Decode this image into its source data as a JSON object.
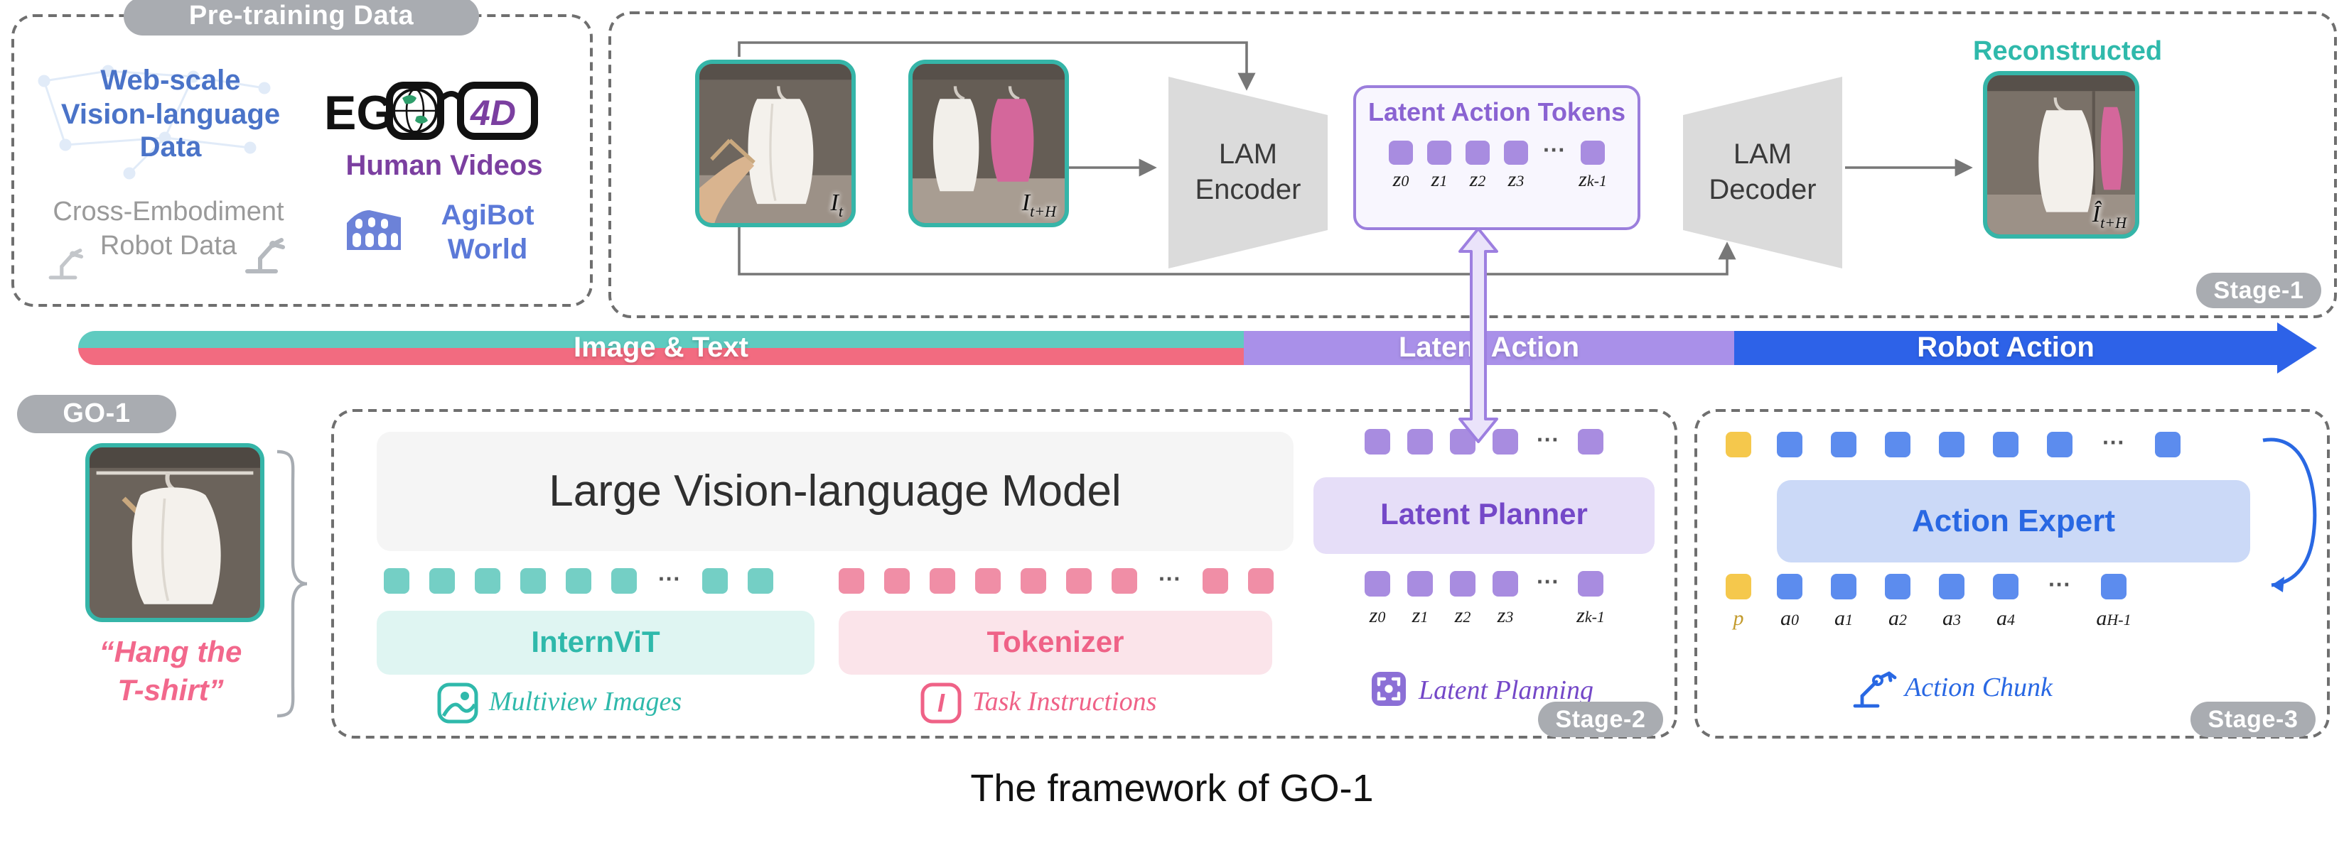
{
  "pretraining": {
    "pill": "Pre-training Data",
    "web_scale": "Web-scale\nVision-language\nData",
    "ego_left": "EG",
    "ego_right": "4D",
    "human_videos": "Human Videos",
    "cross_embodiment": "Cross-Embodiment\nRobot Data",
    "agibot": "AgiBot\nWorld"
  },
  "stage1": {
    "encoder": "LAM\nEncoder",
    "decoder": "LAM\nDecoder",
    "tokens_title": "Latent Action Tokens",
    "reconstructed": "Reconstructed",
    "pill": "Stage-1"
  },
  "timeline": {
    "image_text": "Image & Text",
    "latent_action": "Latent Action",
    "robot_action": "Robot Action"
  },
  "go1": {
    "pill": "GO-1",
    "instruction": "“Hang the\nT-shirt”"
  },
  "stage2": {
    "lvm": "Large Vision-language Model",
    "internvit": "InternViT",
    "tokenizer": "Tokenizer",
    "multiview_images": "Multiview Images",
    "task_instructions": "Task Instructions",
    "latent_planner": "Latent Planner",
    "latent_planning": "Latent Planning",
    "pill": "Stage-2"
  },
  "stage3": {
    "action_expert": "Action Expert",
    "action_chunk": "Action Chunk",
    "pill": "Stage-3"
  },
  "caption": "The framework of GO-1",
  "labels": {
    "z": [
      {
        "b": "z",
        "s": "0"
      },
      {
        "b": "z",
        "s": "1"
      },
      {
        "b": "z",
        "s": "2"
      },
      {
        "b": "z",
        "s": "3"
      },
      {
        "b": "z",
        "s": "k-1"
      }
    ],
    "a": [
      {
        "b": "a",
        "s": "0"
      },
      {
        "b": "a",
        "s": "1"
      },
      {
        "b": "a",
        "s": "2"
      },
      {
        "b": "a",
        "s": "3"
      },
      {
        "b": "a",
        "s": "4"
      },
      {
        "b": "a",
        "s": "H-1"
      }
    ],
    "p": {
      "b": "p",
      "s": ""
    },
    "img_t": {
      "b": "I",
      "s": "t"
    },
    "img_tH": {
      "b": "I",
      "s": "t+H"
    },
    "img_recon": {
      "b": "Î",
      "s": "t+H"
    }
  },
  "tokens": {
    "stage1_latent": {
      "lead": 4,
      "trail": 1,
      "cls": "purple",
      "dots": "···",
      "size": 17,
      "gap": 10
    },
    "s2_visual": {
      "lead": 6,
      "trail": 2,
      "cls": "teal",
      "dots": "···",
      "size": 18,
      "gap": 14
    },
    "s2_text": {
      "lead": 7,
      "trail": 2,
      "cls": "pink",
      "dots": "···",
      "size": 18,
      "gap": 14
    },
    "s2_planner_top": {
      "lead": 4,
      "trail": 1,
      "cls": "purple",
      "dots": "···",
      "size": 18,
      "gap": 12
    },
    "s2_planner_bottom": {
      "lead": 4,
      "trail": 1,
      "cls": "purple",
      "dots": "···",
      "size": 18,
      "gap": 12
    },
    "s3_top": {
      "lead": 6,
      "trail": 1,
      "cls": "blue",
      "dots": "···",
      "size": 18,
      "gap": 20
    },
    "s3_bottom": {
      "lead": 5,
      "trail": 1,
      "cls": "blue",
      "dots": "···",
      "size": 18,
      "gap": 20
    }
  },
  "colors": {
    "teal": "#35B5A8",
    "pink": "#F2688C",
    "purple": "#8B6FD6",
    "blue": "#2968E3",
    "yellow": "#F5C84C",
    "timeline_teal": "#5FCBC0",
    "timeline_pink": "#F26B80",
    "timeline_purple": "#A990E9",
    "timeline_blue": "#2D62E8",
    "pill_gray": "#A9ACB1"
  }
}
